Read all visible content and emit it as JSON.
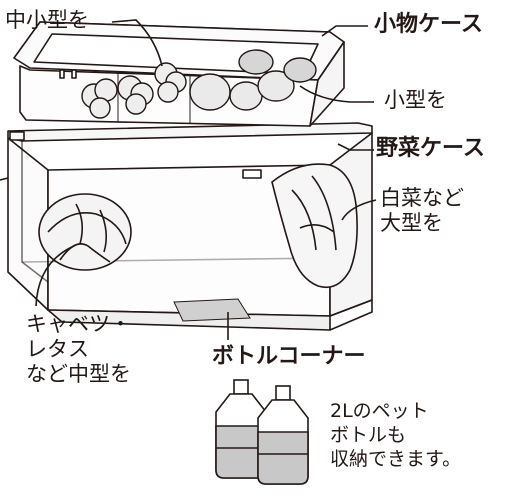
{
  "labels": {
    "medium_small": "中小型を",
    "small_case": "小物ケース",
    "small": "小型を",
    "vegetable_case": "野菜ケース",
    "napa_large": [
      "白菜など",
      "大型を"
    ],
    "cabbage_lettuce": [
      "キャベツ・",
      "レタス",
      "など中型を"
    ],
    "bottle_corner": "ボトルコーナー",
    "bottle_note": [
      "2Lのペット",
      "ボトルも",
      "収納できます。"
    ]
  },
  "colors": {
    "line": "#231815",
    "case_fill": "#f2f2f2",
    "bottle_corner_fill": "#d0d0d0",
    "bottle_liquid": "#c8c8c8"
  }
}
